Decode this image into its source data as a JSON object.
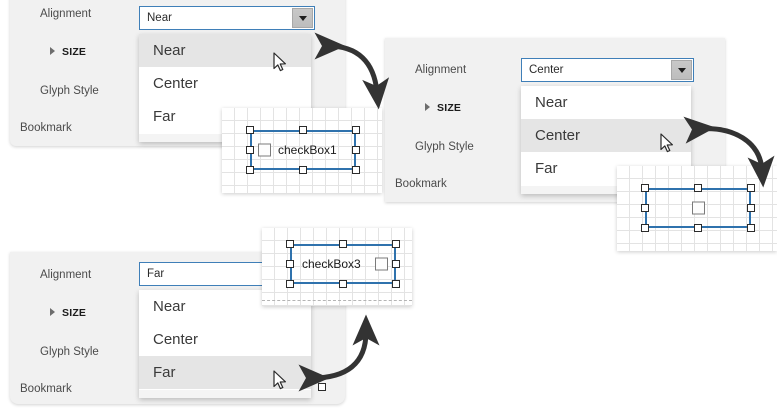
{
  "meta": {
    "accent_blue": "#2f72ad",
    "combo_border": "#3f7fb8",
    "panel_bg": "#f1f1f1",
    "highlight_bg": "#e5e5e5",
    "arrow_color": "#333333"
  },
  "panels": [
    {
      "id": "panel-near",
      "labels": {
        "alignment": "Alignment",
        "size_category": "SIZE",
        "glyph_style": "Glyph Style",
        "bookmark": "Bookmark"
      },
      "combo": {
        "value": "Near",
        "options": [
          "Near",
          "Center",
          "Far"
        ],
        "selected": "Near"
      }
    },
    {
      "id": "panel-center",
      "labels": {
        "alignment": "Alignment",
        "size_category": "SIZE",
        "glyph_style": "Glyph Style",
        "bookmark": "Bookmark"
      },
      "combo": {
        "value": "Center",
        "options": [
          "Near",
          "Center",
          "Far"
        ],
        "selected": "Center"
      }
    },
    {
      "id": "panel-far",
      "labels": {
        "alignment": "Alignment",
        "size_category": "SIZE",
        "glyph_style": "Glyph Style",
        "bookmark": "Bookmark"
      },
      "combo": {
        "value": "Far",
        "options": [
          "Near",
          "Center",
          "Far"
        ],
        "selected": "Far"
      }
    }
  ],
  "previews": [
    {
      "id": "preview-near",
      "control_text": "checkBox1",
      "glyph_position": "left"
    },
    {
      "id": "preview-center",
      "control_text": "",
      "glyph_position": "center"
    },
    {
      "id": "preview-far",
      "control_text": "checkBox3",
      "glyph_position": "right"
    }
  ]
}
